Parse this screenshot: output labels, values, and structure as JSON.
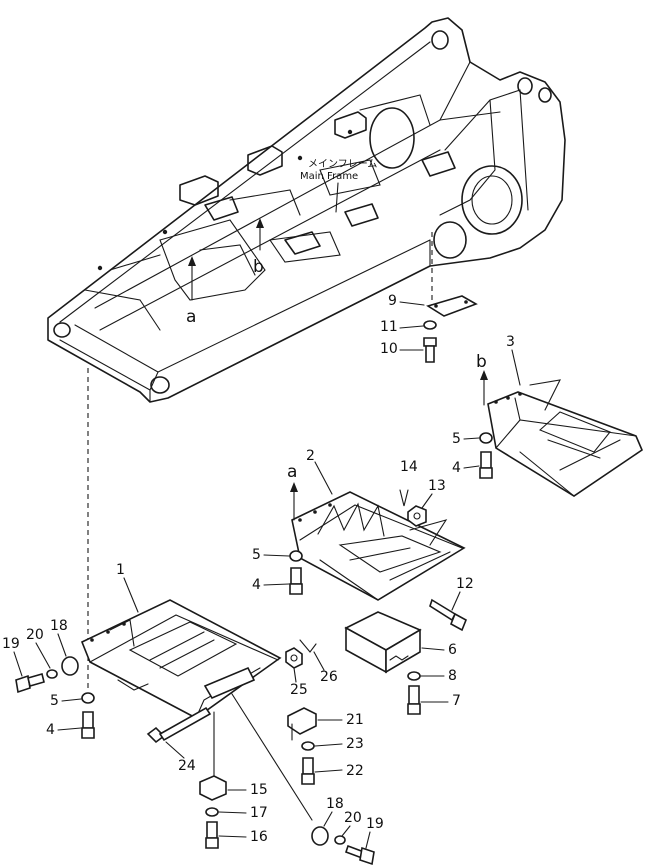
{
  "main_frame_label": {
    "jp": "メインフレーム",
    "en": "Main Frame"
  },
  "arrow_refs": {
    "a": "a",
    "b": "b"
  },
  "callouts": {
    "p1": "1",
    "p2": "2",
    "p3": "3",
    "p4a": "4",
    "p4b": "4",
    "p4c": "4",
    "p5a": "5",
    "p5b": "5",
    "p5c": "5",
    "p6": "6",
    "p7": "7",
    "p8": "8",
    "p9": "9",
    "p10": "10",
    "p11": "11",
    "p12": "12",
    "p13": "13",
    "p14": "14",
    "p15": "15",
    "p16": "16",
    "p17": "17",
    "p18a": "18",
    "p18b": "18",
    "p19a": "19",
    "p19b": "19",
    "p20a": "20",
    "p20b": "20",
    "p21": "21",
    "p22": "22",
    "p23": "23",
    "p24": "24",
    "p25": "25",
    "p26": "26"
  }
}
